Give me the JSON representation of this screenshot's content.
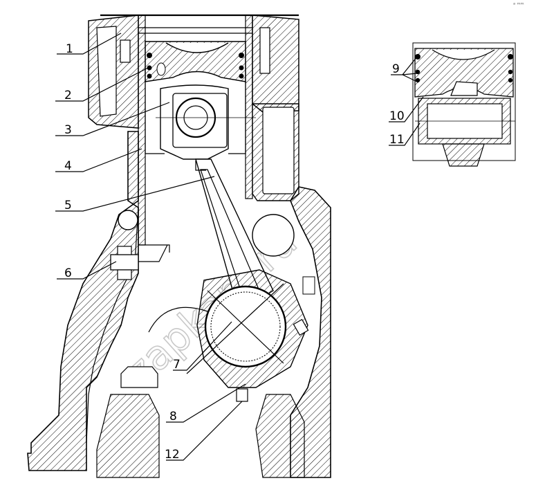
{
  "diagram": {
    "callouts": [
      "1",
      "2",
      "3",
      "4",
      "5",
      "6",
      "7",
      "8",
      "12",
      "9",
      "10",
      "11"
    ],
    "watermark": "zapkam.ru",
    "corner_mark": "ᵃ ᵐᵐ"
  }
}
